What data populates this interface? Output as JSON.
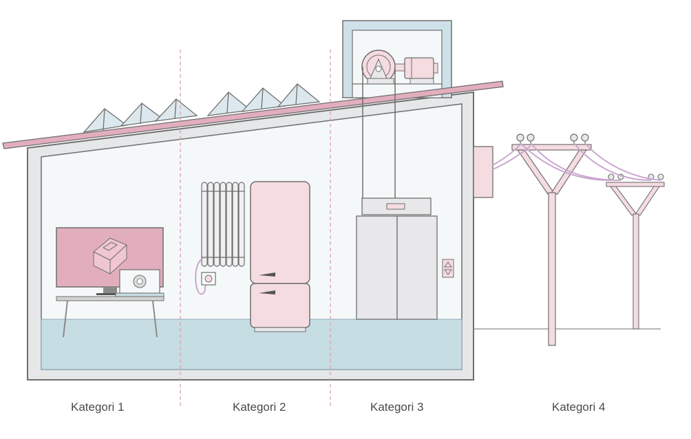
{
  "categories": [
    {
      "label": "Kategori 1"
    },
    {
      "label": "Kategori 2"
    },
    {
      "label": "Kategori 3"
    },
    {
      "label": "Kategori 4"
    }
  ],
  "colors": {
    "wall": "#e8e8ea",
    "wall_stroke": "#6e6e6e",
    "interior": "#f4f7f8",
    "floor": "#c6dde3",
    "roof": "#e2aebd",
    "pink": "#f5dce1",
    "pink_dark": "#dfa9b8",
    "wire": "#c9a6cf",
    "solar": "#dce8ee",
    "divider": "#d9a0ad"
  }
}
